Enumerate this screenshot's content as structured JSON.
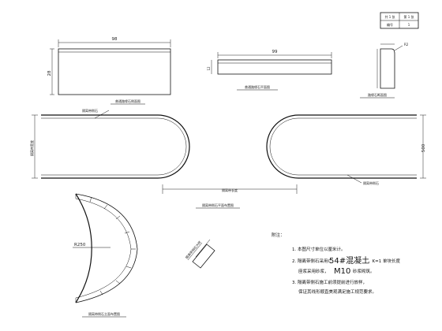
{
  "title_block": {
    "cell_1": "共 1 张",
    "cell_2": "第 1 张",
    "cell_3": "编号",
    "cell_4": "1"
  },
  "views": {
    "top_left": {
      "width": "98",
      "height": "28",
      "caption": "普通路缘石侧面图"
    },
    "top_mid": {
      "width": "99",
      "height": "12",
      "caption": "普通路缘石平面图"
    },
    "top_right": {
      "radius": "R2",
      "caption": "路缘石断面图"
    },
    "left_curve": {
      "leader": "隔离带侧石",
      "axis_label": "隔离带宽度"
    },
    "right_curve": {
      "dim": "500",
      "leader": "隔离带侧石"
    },
    "center_dim": "隔离带长度",
    "center_caption": "隔离带侧石平面布置图",
    "arc": {
      "radius": "R250",
      "caption": "隔离带侧石立面布置图"
    },
    "small_piece": "隔离带侧石大样"
  },
  "notes": {
    "title": "附注：",
    "line1": "1. 本图尺寸单位以厘米计。",
    "line2a": "2. 隔离带侧石采用C",
    "line2b": "54#混凝土",
    "line2c": "，K=1 单块长度",
    "line3a": "座浆采用砂浆，",
    "line3b": "M10",
    "line3c": "砂浆砌筑。",
    "line4": "3. 隔离带侧石施工前须提前进行放样，",
    "line5": "保证其线形顺直美观满足施工规范要求。"
  }
}
